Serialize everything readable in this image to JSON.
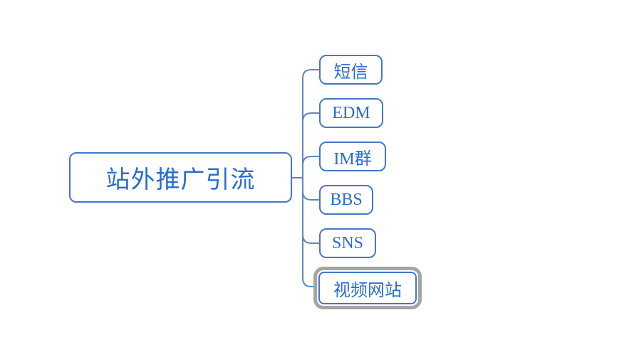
{
  "diagram": {
    "type": "mindmap",
    "root": {
      "label": "站外推广引流"
    },
    "children": [
      {
        "label": "短信",
        "selected": false
      },
      {
        "label": "EDM",
        "selected": false
      },
      {
        "label": "IM群",
        "selected": false
      },
      {
        "label": "BBS",
        "selected": false
      },
      {
        "label": "SNS",
        "selected": false
      },
      {
        "label": "视频网站",
        "selected": true
      }
    ],
    "colors": {
      "node_border": "#4377c9",
      "node_text": "#2a6bd4",
      "connector_line": "#5c86c5",
      "selection_border": "#a5a5a5",
      "background": "#ffffff"
    }
  }
}
